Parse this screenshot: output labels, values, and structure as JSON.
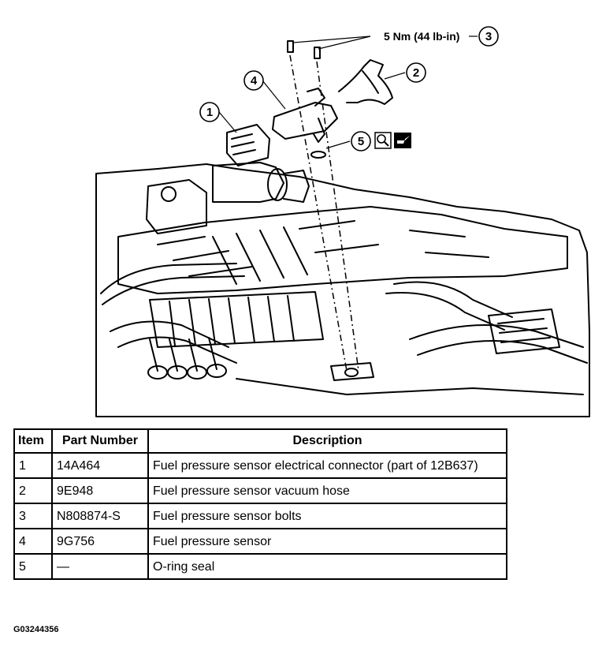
{
  "diagram": {
    "callouts": [
      "1",
      "2",
      "3",
      "4",
      "5"
    ],
    "torque_spec": "5 Nm (44 lb-in)",
    "icons": [
      "inspect-magnifier-icon",
      "oil-can-lubricate-icon"
    ]
  },
  "table": {
    "headers": {
      "item": "Item",
      "part_number": "Part Number",
      "description": "Description"
    },
    "rows": [
      {
        "item": "1",
        "part_number": "14A464",
        "description": "Fuel pressure sensor electrical connector (part of 12B637)"
      },
      {
        "item": "2",
        "part_number": "9E948",
        "description": "Fuel pressure sensor vacuum hose"
      },
      {
        "item": "3",
        "part_number": "N808874-S",
        "description": "Fuel pressure sensor bolts"
      },
      {
        "item": "4",
        "part_number": "9G756",
        "description": "Fuel pressure sensor"
      },
      {
        "item": "5",
        "part_number": "—",
        "description": "O-ring seal"
      }
    ]
  },
  "figure_id": "G03244356"
}
